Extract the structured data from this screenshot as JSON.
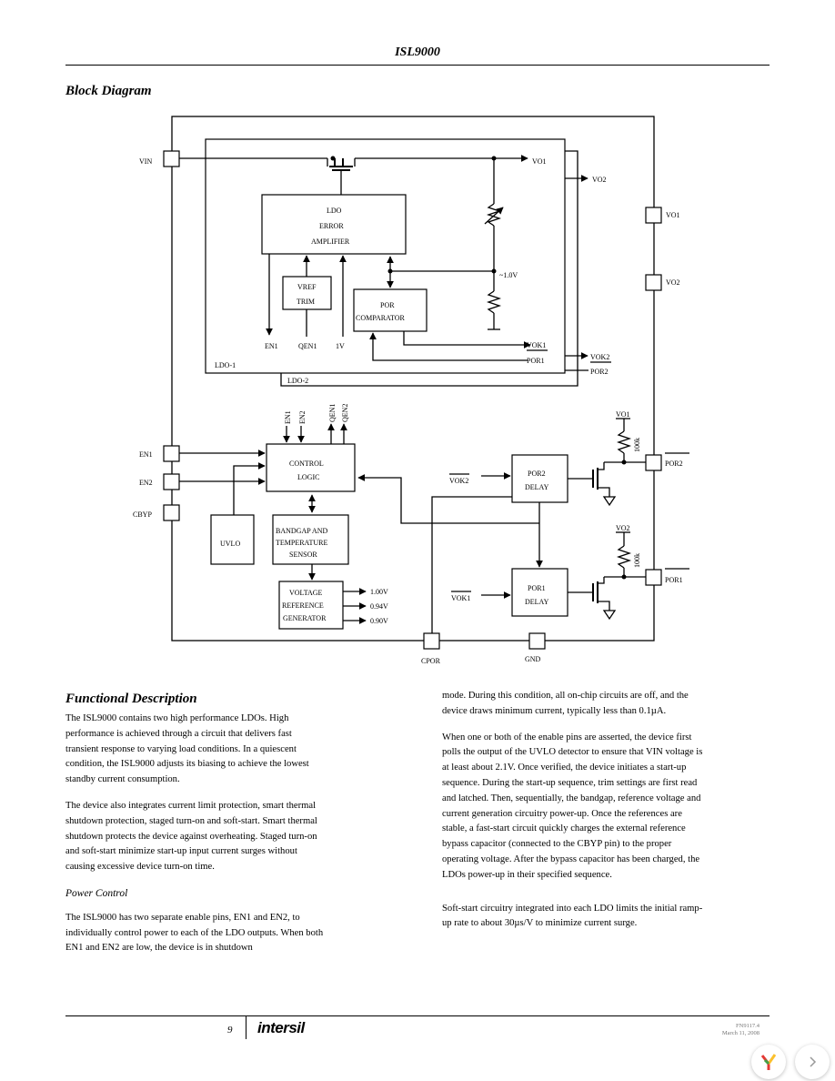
{
  "header": {
    "title": "ISL9000"
  },
  "block_diagram": {
    "title": "Block Diagram",
    "pins": {
      "vin": "VIN",
      "vo1": "VO1",
      "vo2": "VO2",
      "en1": "EN1",
      "en2": "EN2",
      "cbyp": "CBYP",
      "por2": "POR2",
      "por1": "POR1",
      "cpor": "CPOR",
      "gnd": "GND"
    },
    "ldo": {
      "amp_line1": "LDO",
      "amp_line2": "ERROR",
      "amp_line3": "AMPLIFIER",
      "vref_line1": "VREF",
      "vref_line2": "TRIM",
      "por_line1": "POR",
      "por_line2": "COMPARATOR",
      "vo1_out": "VO1",
      "vo2_out": "VO2",
      "en1_label": "EN1",
      "qen1_label": "QEN1",
      "v1_label": "1V",
      "voltage_label": "~1.0V",
      "vok1": "VOK1",
      "vok2": "VOK2",
      "por1": "POR1",
      "por2": "POR2",
      "ldo1": "LDO-1",
      "ldo2": "LDO-2"
    },
    "control": {
      "line1": "CONTROL",
      "line2": "LOGIC",
      "en1": "EN1",
      "en2": "EN2",
      "qen1": "QEN1",
      "qen2": "QEN2",
      "uvlo": "UVLO",
      "bandgap_line1": "BANDGAP AND",
      "bandgap_line2": "TEMPERATURE",
      "bandgap_line3": "SENSOR",
      "vref_gen_line1": "VOLTAGE",
      "vref_gen_line2": "REFERENCE",
      "vref_gen_line3": "GENERATOR",
      "out1": "1.00V",
      "out2": "0.94V",
      "out3": "0.90V"
    },
    "delays": {
      "por2_line1": "POR2",
      "por2_line2": "DELAY",
      "por2_in": "VOK2",
      "por1_line1": "POR1",
      "por1_line2": "DELAY",
      "por1_in": "VOK1",
      "res1": "100k",
      "res2": "100k",
      "pull_vo1": "VO1",
      "pull_vo2": "VO2"
    }
  },
  "functional": {
    "title": "Functional Description",
    "p1": "The ISL9000 contains two high performance LDOs. High performance is achieved through a circuit that delivers fast transient response to varying load conditions. In a quiescent condition, the ISL9000 adjusts its biasing to achieve the lowest standby current consumption.",
    "p2": "The device also integrates current limit protection, smart thermal shutdown protection, staged turn-on and soft-start. Smart thermal shutdown protects the device against overheating. Staged turn-on and soft-start minimize start-up input current surges without causing excessive device turn-on time.",
    "power_control_title": "Power Control",
    "p3": "The ISL9000 has two separate enable pins, EN1 and EN2, to individually control power to each of the LDO outputs. When both EN1 and EN2 are low, the device is in shutdown",
    "p4": "mode. During this condition, all on-chip circuits are off, and the device draws minimum current, typically less than 0.1µA.",
    "p5": "When one or both of the enable pins are asserted, the device first polls the output of the UVLO detector to ensure that VIN voltage is at least about 2.1V. Once verified, the device initiates a start-up sequence. During the start-up sequence, trim settings are first read and latched. Then, sequentially, the bandgap, reference voltage and current generation circuitry power-up. Once the references are stable, a fast-start circuit quickly charges the external reference bypass capacitor (connected to the CBYP pin) to the proper operating voltage. After the bypass capacitor has been charged, the LDOs power-up in their specified sequence.",
    "p6": "Soft-start circuitry integrated into each LDO limits the initial ramp-up rate to about 30µs/V to minimize current surge."
  },
  "footer": {
    "page": "9",
    "logo": "intersil",
    "fn": "FN9117.4",
    "date": "March 11, 2008"
  },
  "viewer": {
    "next_icon": "chevron-right-icon"
  }
}
